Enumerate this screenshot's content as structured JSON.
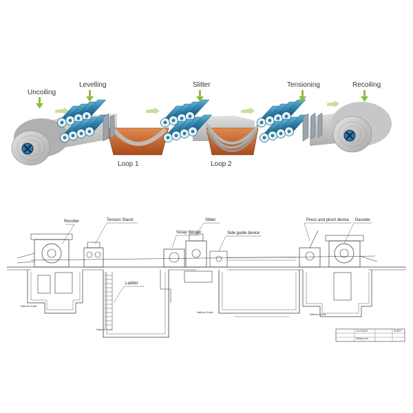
{
  "process": {
    "uncoiling": "Uncoiling",
    "levelling": "Levelling",
    "slitter": "Slitter",
    "tensioning": "Tensioning",
    "recoiling": "Recoiling",
    "loop1": "Loop 1",
    "loop2": "Loop 2"
  },
  "drawing": {
    "recoiler": "Recoiler",
    "tension_stand": "Tension Stand",
    "scrap_winder": "Scrap Winder",
    "slitter": "Slitter",
    "side_guide": "Side guide device",
    "press_pinch": "Press and pinch device",
    "decoiler": "Decoiler",
    "ladder": "Ladder",
    "national_ground": "National Grade",
    "title_block_line1": "CR-SH003",
    "title_block_line2": "Slitting Line",
    "title_block_sheet": "SHEET"
  },
  "colors": {
    "roller_blue": "#2f7fa8",
    "roller_dark": "#1f5f80",
    "loop_orange": "#c8632b",
    "arrow_green": "#8bbf3a",
    "coil_grey": "#c9c9c9",
    "coil_center": "#2a78a8"
  }
}
